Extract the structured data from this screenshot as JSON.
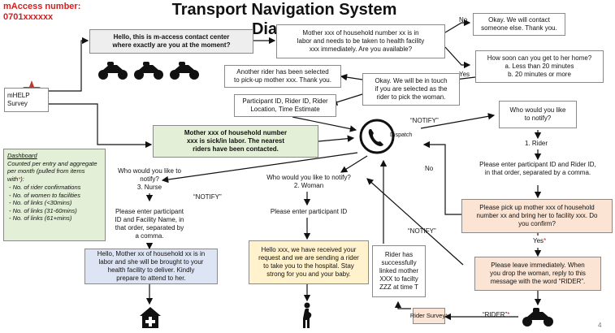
{
  "header": {
    "title": "Transport Navigation System Diagram",
    "maccess_line1": "mAccess number:",
    "maccess_line2": "0701xxxxxx"
  },
  "nodes": {
    "mhelp_survey": "mHELP\nSurvey",
    "contact_center": "Hello, this is m-access contact center\nwhere exactly are you at the moment?",
    "mother_labor_request": "Mother xxx of household number xx is in\nlabor and needs to be taken to health facility\nxxx immediately. Are you available?",
    "contact_someone_else": "Okay. We will contact\nsomeone else. Thank you.",
    "how_soon": "How soon can you get to her home?\na. Less than 20 minutes\nb. 20 minutes or more",
    "another_rider": "Another rider has been selected\nto pick-up mother xxx. Thank you.",
    "will_be_in_touch": "Okay. We will be in touch\nif you are selected as the\nrider to pick the woman.",
    "participant_id_box": "Participant ID, Rider ID, Rider\nLocation, Time Estimate",
    "sick_notice": "Mother xxx of household number\nxxx is sick/in labor. The nearest\nriders have been contacted.",
    "dispatch_label": "Dispatch",
    "who_notify_rider": "Who would you like\nto notify?",
    "rider_option": "1. Rider",
    "enter_rider_ids": "Please enter participant ID and Rider ID,\nin that order, separated by a comma.",
    "pickup_mother": "Please pick up mother xxx of household\nnumber xx and bring her to facility xxx. Do\nyou confirm?",
    "leave_immediately": "Please leave immediately. When\nyou drop the woman, reply to this\nmessage with the word “RIDER”.",
    "who_notify_nurse": "Who would you like to\nnotify?\n3. Nurse",
    "enter_facility": "Please enter participant\nID and Facility Name, in\nthat order, separated by\na comma.",
    "nurse_message": "Hello, Mother xx of household xx is in\nlabor and she will be brought to your\nhealth facility to deliver. Kindly\nprepare to attend to her.",
    "who_notify_woman": "Who would you like to notify?\n2. Woman",
    "enter_participant": "Please enter participant ID",
    "woman_message": "Hello xxx, we have received your\nrequest and we are sending a rider\nto take you to the hospital. Stay\nstrong for you and your baby.",
    "rider_linked": "Rider has\nsuccessfully\nlinked mother\nXXX to facilty\nZZZ at time T",
    "rider_survey": "Rider Survey"
  },
  "edge_labels": {
    "no_top": "No",
    "yes_top": "Yes",
    "notify_rider": "“NOTIFY”",
    "no_left": "No",
    "yes_confirm": "Yes",
    "notify_nurse": "“NOTIFY”",
    "notify_bottom": "“NOTIFY”",
    "rider_reply": "“RIDER”"
  },
  "dashboard": {
    "title": "Dashboard",
    "subtitle": "Counted per entry and aggregate per month (pulled from items with",
    "subtitle_star": "*",
    "subtitle_end": "):",
    "items": [
      "No. of rider confirmations",
      "No. of women to facilities",
      "No. of links (<30mins)",
      "No. of links (31-60mins)",
      "No. of links (61+mins)"
    ]
  },
  "icons": [
    "motorcycle-icon",
    "motorcycle-icon",
    "motorcycle-icon",
    "star-icon",
    "phone-icon",
    "hospital-icon",
    "pregnant-woman-icon",
    "motorcycle-icon"
  ],
  "page_number": "4",
  "colors": {
    "accent_red": "#d21f1f",
    "gray_box": "#eeeeee",
    "green_box": "#e3efd6",
    "peach_box": "#fbe4d3",
    "yellow_box": "#fff2cc",
    "blue_box": "#dde5f4"
  }
}
